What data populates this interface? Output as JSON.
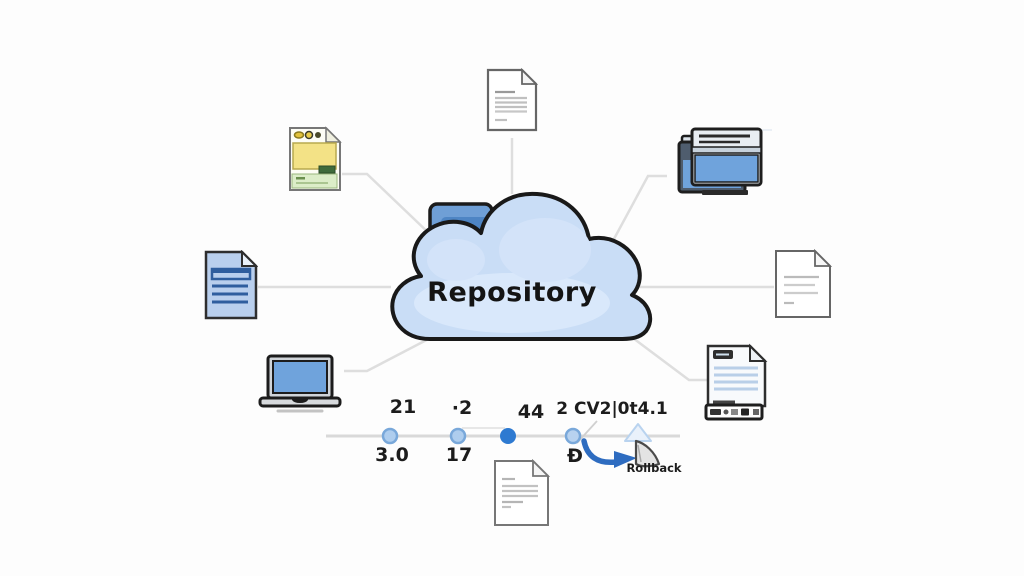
{
  "cloud": {
    "label": "Repository"
  },
  "icons": {
    "top_left": "form-document-icon",
    "top_center": "document-icon",
    "top_right": "browser-windows-icon",
    "left": "blue-document-icon",
    "right": "document-icon",
    "bottom_left": "laptop-icon",
    "bottom_right": "report-document-icon",
    "bottom_center": "document-icon"
  },
  "timeline": {
    "points": [
      {
        "above": "21",
        "below": "3.0"
      },
      {
        "above": "·2",
        "below": "17"
      },
      {
        "above": "44",
        "below": ""
      },
      {
        "above": "2 CV2|0t4.1",
        "below": "Ð"
      }
    ],
    "rollback_label": "Rollback"
  },
  "colors": {
    "cloud_fill": "#c9ddf6",
    "cloud_outline": "#191919",
    "folder_fill": "#6f9fd6",
    "folder_inner": "#4e85c4",
    "node_fill": "#aecdee",
    "node_border": "#79a8da",
    "node_active": "#2e7ad1",
    "connector_gray": "#dedede",
    "timeline_gray": "#d9d9d9",
    "rollback_arrow_blue": "#2e6cc0",
    "screen_blue": "#6fa3dc",
    "blue_doc_fill": "#b9cfed",
    "form_yellow": "#f3e286",
    "form_green": "#dcedc8"
  }
}
